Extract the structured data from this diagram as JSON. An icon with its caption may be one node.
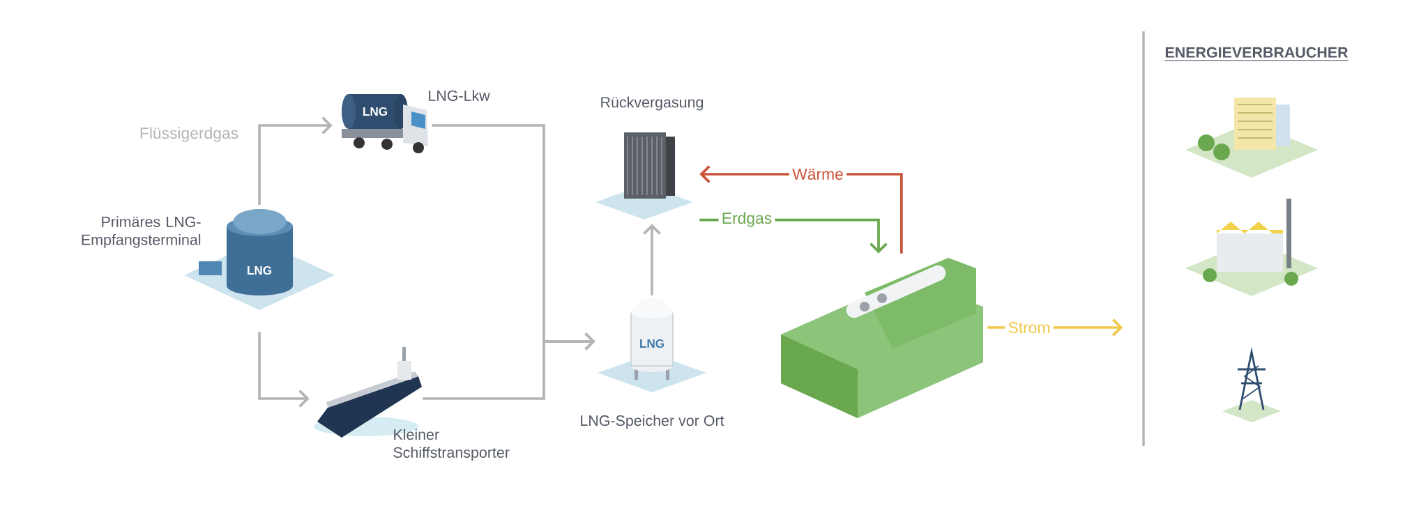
{
  "diagram": {
    "nodes": [
      {
        "text": [
          "Primäres LNG-Empfangsterminal",
          "LNG"
        ]
      },
      {
        "text": [
          "LNG-Lkw",
          "LNG"
        ]
      },
      {
        "text": [
          "Kleiner Schiffstransporter"
        ]
      },
      {
        "text": [
          "LNG",
          "LNG-Speicher vor Ort"
        ]
      },
      {
        "text": [
          "Rückvergasung"
        ]
      },
      {
        "text": [],
        "shape": "picture"
      }
    ],
    "edges": [
      {
        "from": 0,
        "to": 1,
        "arrow": "to",
        "label": "Flüssigerdgas"
      },
      {
        "from": 0,
        "to": 2,
        "arrow": "to"
      },
      {
        "from": 1,
        "to": 3,
        "arrow": "to"
      },
      {
        "from": 2,
        "to": 3,
        "arrow": "to"
      },
      {
        "from": 3,
        "to": 4,
        "arrow": "to"
      },
      {
        "from": 4,
        "to": 5,
        "arrow": "to",
        "label": "Erdgas",
        "color": "#6aa84f"
      },
      {
        "from": 5,
        "to": 4,
        "arrow": "to",
        "label": "Wärme",
        "color": "#c9553a"
      },
      {
        "from": 5,
        "to": null,
        "arrow": "to",
        "label": "Strom",
        "color": "#f0c94a"
      }
    ],
    "labels": [
      "ENERGIEVERBRAUCHER"
    ]
  }
}
